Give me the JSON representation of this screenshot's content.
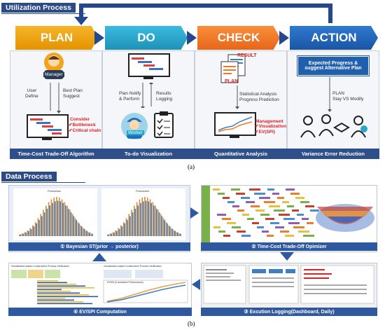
{
  "utilization": {
    "title": "Utilization Process",
    "steps": [
      {
        "label": "PLAN",
        "color": "#f0a10a",
        "bottom": "Time-Cost Trade-Off Algorithm"
      },
      {
        "label": "DO",
        "color": "#2aa6c9",
        "bottom": "To-do Visualization"
      },
      {
        "label": "CHECK",
        "color": "#f27a24",
        "bottom": "Quantitative Analysis"
      },
      {
        "label": "ACTION",
        "color": "#1f64b8",
        "bottom": "Variance Error Reduction"
      }
    ],
    "plan": {
      "manager": "Manager",
      "user_define": "User\nDefine",
      "best_plan": "Best Plan\nSuggest",
      "consider_title": "Consider",
      "consider_items": [
        "Bottleneck",
        "Critical chain"
      ]
    },
    "do": {
      "plan_notify": "Plan Notify\n& Perform",
      "results": "Results\nLogging",
      "worker": "Worker"
    },
    "check": {
      "result": "RESULT",
      "plan": "PLAN",
      "analysis": "Statistical Analysis\nProgress Prediction",
      "management_title": "Management",
      "management_items": [
        "Visualization",
        "EV(SPI)"
      ]
    },
    "action": {
      "expected": "Expected Progress &\nsuggest Alternative Plan",
      "plan_stay": "PLAN\nStay VS Modify"
    },
    "caption": "(a)"
  },
  "data_process": {
    "title": "Data Process",
    "panels": [
      {
        "caption": "① Bayesian ST(prior → posterior)",
        "plot_title_left": "Production",
        "plot_title_right": "Production"
      },
      {
        "caption": "② Time-Cost Trade-Off Opimizer"
      },
      {
        "caption": "③ Excution Logging(Dashboard, Daily)"
      },
      {
        "caption": "④ EV/SPI Computation",
        "dash_title_left": "Visualization-based Construction Process Verification",
        "dash_title_right": "Visualization-based Construction Process Verification",
        "panel_label": "EVMS (Cumulative Performance)"
      }
    ],
    "caption": "(b)"
  },
  "colors": {
    "navy": "#2c4a86",
    "caption_blue": "#2e58a0",
    "prior_bar": "#d98b3a",
    "post_bar": "#3d7fc1",
    "red": "#e02020"
  }
}
